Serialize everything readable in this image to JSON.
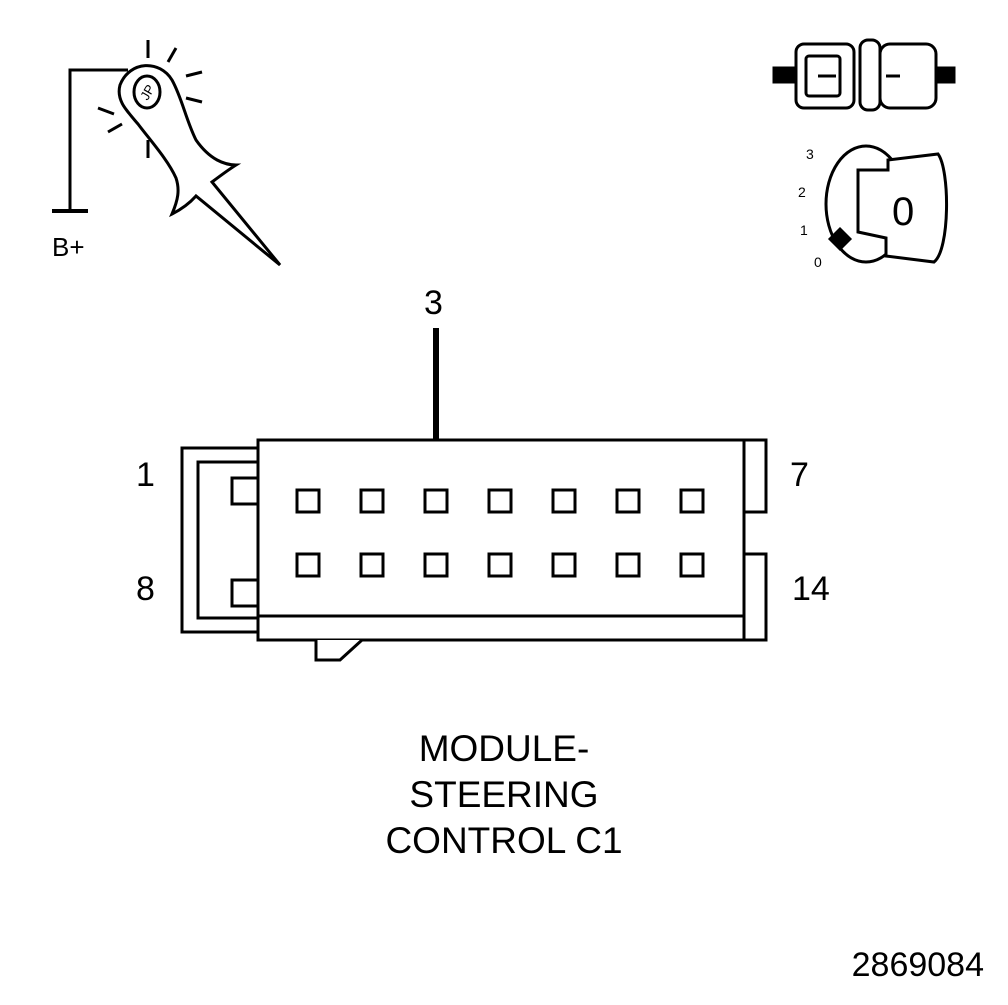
{
  "probe": {
    "label": "B+",
    "icon": "test-light-probe-icon"
  },
  "connector_icon": "connector-icon",
  "ignition": {
    "icon": "ignition-key-icon",
    "positions": [
      "3",
      "2",
      "1",
      "0"
    ],
    "key_label": "0"
  },
  "connector": {
    "arrow_pin": "3",
    "corner_labels": {
      "top_left": "1",
      "top_right": "7",
      "bottom_left": "8",
      "bottom_right": "14"
    },
    "row_count": 2,
    "cavities_per_row": 7
  },
  "caption": [
    "MODULE-",
    "STEERING",
    "CONTROL C1"
  ],
  "figure_number": "2869084"
}
